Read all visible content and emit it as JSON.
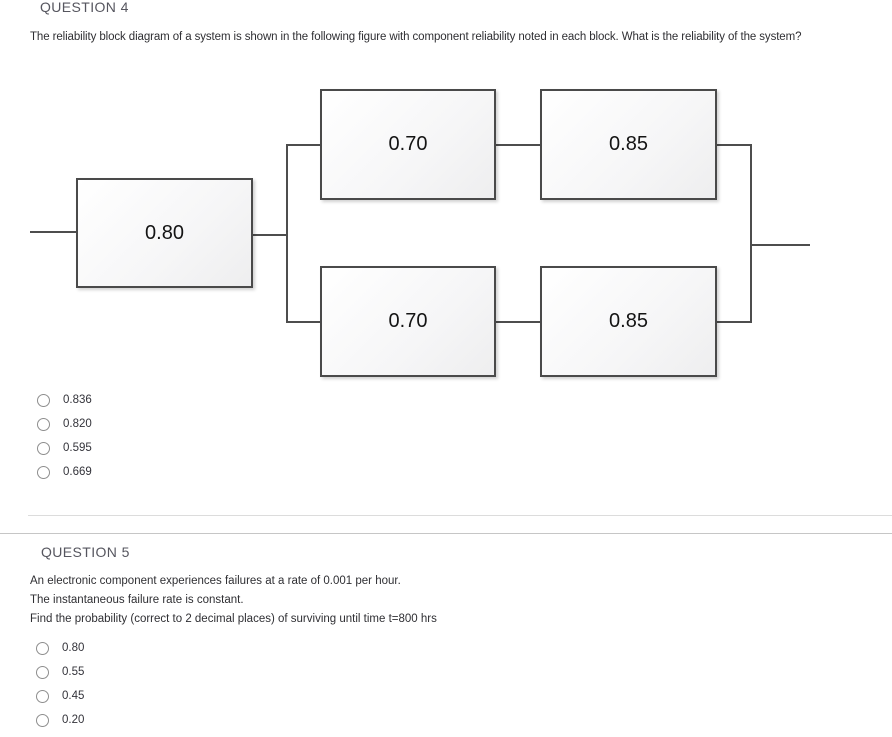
{
  "questions": [
    {
      "header": "QUESTION 4",
      "prompt": "The reliability block diagram of a system is shown in the following figure with component reliability noted in each block. What is the reliability of the system?",
      "options": [
        "0.836",
        "0.820",
        "0.595",
        "0.669"
      ]
    },
    {
      "header": "QUESTION 5",
      "prompt_lines": [
        "An electronic component experiences failures at a rate of 0.001 per hour.",
        "The instantaneous failure rate is constant.",
        "Find the probability (correct to 2 decimal places) of surviving until time t=800 hrs"
      ],
      "options": [
        "0.80",
        "0.55",
        "0.45",
        "0.20"
      ]
    }
  ],
  "diagram": {
    "description": "Reliability block diagram: source block in series with two parallel branches, each branch a series of two blocks",
    "blocks": [
      {
        "id": "input-series",
        "label": "0.80"
      },
      {
        "id": "top-branch-first",
        "label": "0.70"
      },
      {
        "id": "top-branch-second",
        "label": "0.85"
      },
      {
        "id": "bottom-branch-first",
        "label": "0.70"
      },
      {
        "id": "bottom-branch-second",
        "label": "0.85"
      }
    ]
  },
  "colors": {
    "header_text": "#56565f",
    "body_text": "#2f2f33",
    "diagram_line": "#4d4d4d",
    "block_border": "#4a4a4a",
    "divider_light": "#dcdcdc",
    "divider_dark": "#c6c6c6"
  }
}
